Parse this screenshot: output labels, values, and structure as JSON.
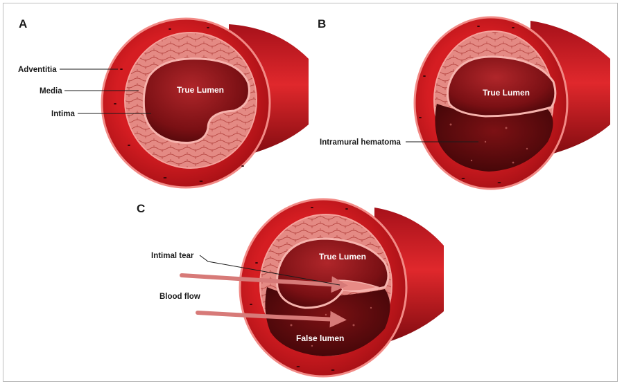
{
  "panels": {
    "a": {
      "letter": "A",
      "lumen_label": "True Lumen",
      "layers": {
        "adventitia": "Adventitia",
        "media": "Media",
        "intima": "Intima"
      }
    },
    "b": {
      "letter": "B",
      "lumen_label": "True Lumen",
      "hematoma_label": "Intramural hematoma"
    },
    "c": {
      "letter": "C",
      "true_lumen_label": "True Lumen",
      "false_lumen_label": "False lumen",
      "intimal_tear_label": "Intimal tear",
      "blood_flow_label": "Blood flow"
    }
  },
  "colors": {
    "vessel_wall": "#c8171c",
    "vessel_wall_dark": "#8e0c10",
    "wall_edge": "#f28a86",
    "media_tissue": "#e7928c",
    "lumen": "#7a1014",
    "hematoma": "#5a0a0c",
    "blood_flow_arrow": "#d77a78"
  }
}
